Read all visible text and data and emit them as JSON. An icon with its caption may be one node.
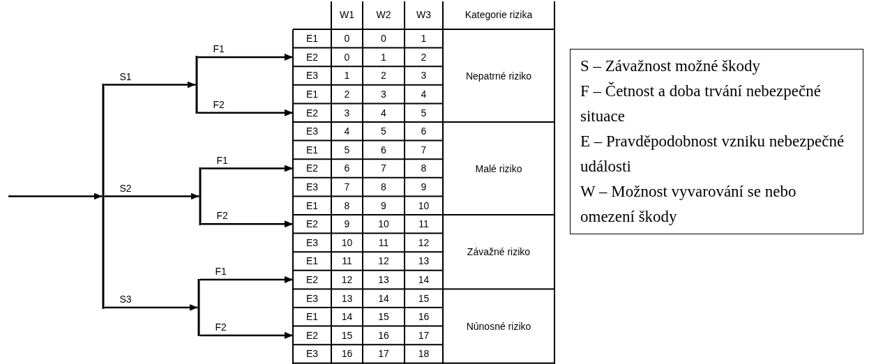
{
  "diagram": {
    "nodes": [
      {
        "text": [],
        "shape": "bar"
      },
      {
        "text": [],
        "shape": "bar"
      },
      {
        "text": [],
        "shape": "bar"
      },
      {
        "text": [],
        "shape": "bar"
      },
      {
        "text": [
          "E2"
        ]
      },
      {
        "text": [
          "E2"
        ]
      },
      {
        "text": [
          "E2"
        ]
      },
      {
        "text": [
          "E2"
        ]
      },
      {
        "text": [
          "E2"
        ]
      },
      {
        "text": [
          "E2"
        ]
      },
      {
        "text": [
          "S – Závažnost možné škody",
          "F – Četnost a doba trvání nebezpečné situace",
          "E – Pravděpodobnost vzniku nebezpečné události",
          "W – Možnost vyvarování se nebo omezení škody"
        ]
      }
    ],
    "edges": [
      {
        "from": null,
        "to": 0,
        "arrow": "to"
      },
      {
        "from": 0,
        "to": 1,
        "arrow": "to",
        "label": "S1"
      },
      {
        "from": 0,
        "to": 2,
        "arrow": "to",
        "label": "S2"
      },
      {
        "from": 0,
        "to": 3,
        "arrow": "to",
        "label": "S3"
      },
      {
        "from": 1,
        "to": 4,
        "arrow": "to",
        "label": "F1"
      },
      {
        "from": 1,
        "to": 5,
        "arrow": "to",
        "label": "F2"
      },
      {
        "from": 2,
        "to": 6,
        "arrow": "to",
        "label": "F1"
      },
      {
        "from": 2,
        "to": 7,
        "arrow": "to",
        "label": "F2"
      },
      {
        "from": 3,
        "to": 8,
        "arrow": "to",
        "label": "F1"
      },
      {
        "from": 3,
        "to": 9,
        "arrow": "to",
        "label": "F2"
      }
    ],
    "labels": [
      "W1",
      "W2",
      "W3",
      "Kategorie rizika",
      "E1",
      "0",
      "0",
      "1",
      "Nepatrné riziko",
      "0",
      "1",
      "2",
      "E3",
      "1",
      "2",
      "3",
      "E1",
      "2",
      "3",
      "4",
      "3",
      "4",
      "5",
      "E3",
      "4",
      "5",
      "6",
      "Malé riziko",
      "E1",
      "5",
      "6",
      "7",
      "6",
      "7",
      "8",
      "E3",
      "7",
      "8",
      "9",
      "E1",
      "8",
      "9",
      "10",
      "9",
      "10",
      "11",
      "Závažné riziko",
      "E3",
      "10",
      "11",
      "12",
      "E1",
      "11",
      "12",
      "13",
      "12",
      "13",
      "14",
      "E3",
      "13",
      "14",
      "15",
      "Núnosné riziko",
      "E1",
      "14",
      "15",
      "16",
      "15",
      "16",
      "17",
      "E3",
      "16",
      "17",
      "18"
    ]
  }
}
